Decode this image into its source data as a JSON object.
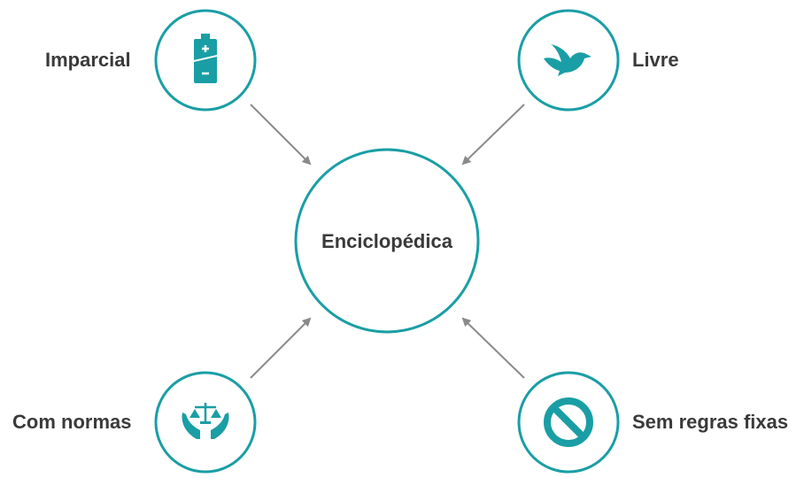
{
  "center": {
    "label": "Enciclopédica"
  },
  "nodes": [
    {
      "label": "Imparcial",
      "icon": "battery-icon"
    },
    {
      "label": "Livre",
      "icon": "bird-icon"
    },
    {
      "label": "Com normas",
      "icon": "hands-scale-icon"
    },
    {
      "label": "Sem regras fixas",
      "icon": "prohibited-icon"
    }
  ],
  "colors": {
    "accent": "#1a9ea5",
    "arrow": "#8a8a8a",
    "text": "#3a3a3a"
  }
}
